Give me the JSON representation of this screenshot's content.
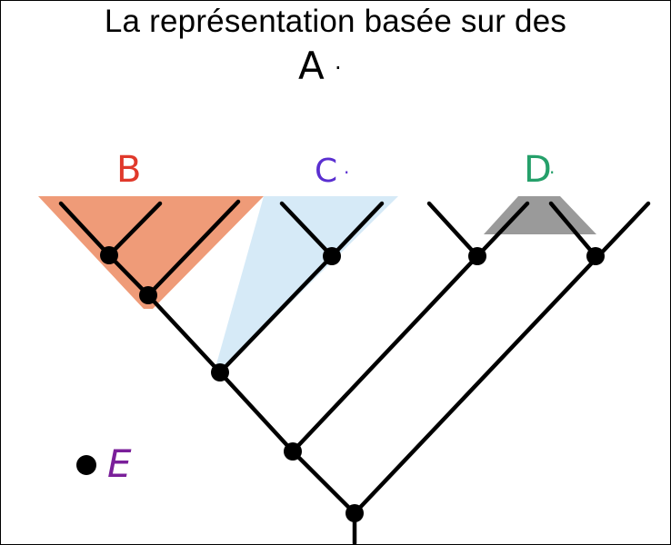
{
  "slide": {
    "title": "La représentation basée sur des",
    "label_a": "A",
    "label_a_dot": ".",
    "label_b": "B",
    "label_c": "C",
    "label_c_dot": ".",
    "label_d": "D",
    "label_d_dot": ".",
    "label_e": "E"
  },
  "colors": {
    "group_b_fill": "#ef9b78",
    "group_c_fill": "#d6eaf7",
    "group_d_fill": "#9a9a9a",
    "label_b_color": "#e0392b",
    "label_c_color": "#5a2fd0",
    "label_d_color": "#25a06a",
    "label_e_color": "#7a1f9a",
    "branch_color": "#000000"
  }
}
